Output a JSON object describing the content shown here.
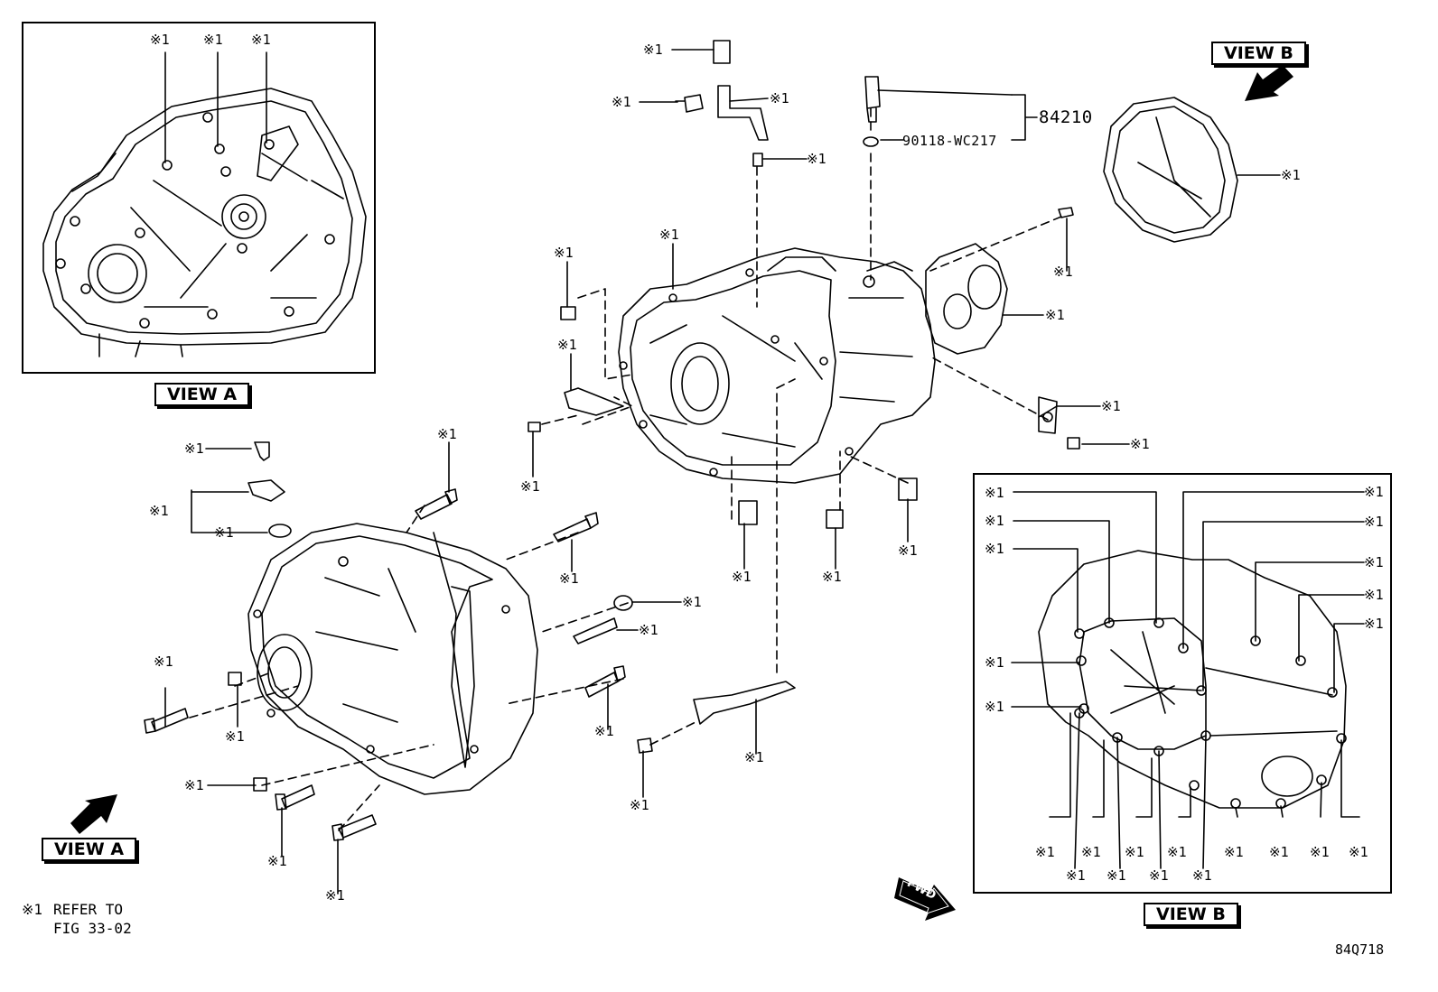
{
  "ref_mark": "※1",
  "views": {
    "view_a_inset": "VIEW A",
    "view_a_arrow": "VIEW A",
    "view_b_arrow": "VIEW B",
    "view_b_inset": "VIEW B"
  },
  "parts": {
    "sensor_assy": "84210",
    "gasket": "90118-WC217"
  },
  "footnote": {
    "mark": "※1",
    "line1": "REFER TO",
    "line2": "FIG 33-02"
  },
  "fwd_label": "FWD",
  "diagram_code": "84Q718",
  "colors": {
    "ink": "#000000",
    "paper": "#ffffff"
  }
}
